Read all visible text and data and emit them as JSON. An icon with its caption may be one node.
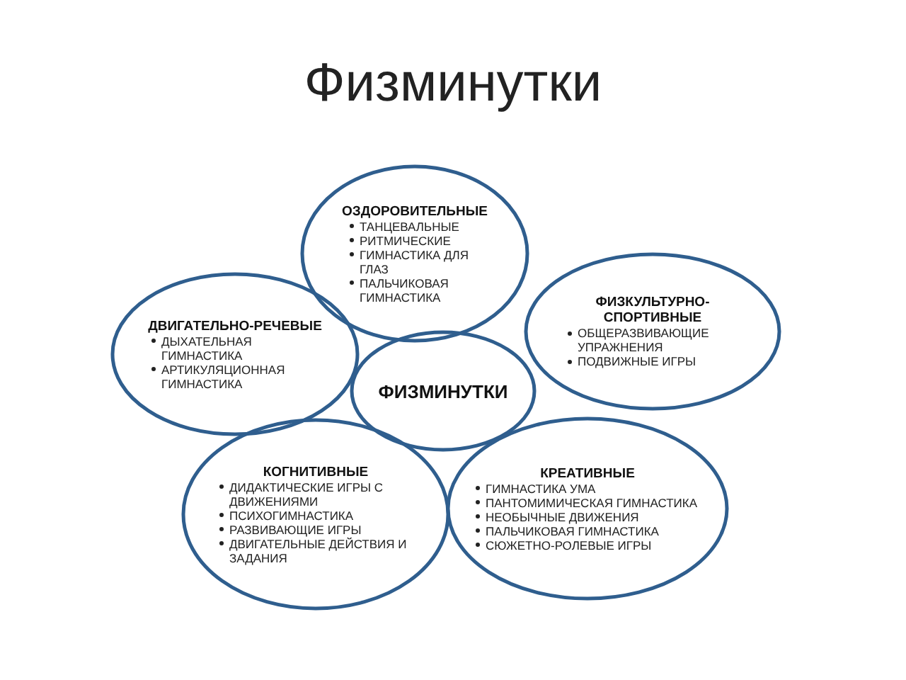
{
  "diagram": {
    "title": "Физминутки",
    "nodes": [
      {
        "text": [
          "ОЗДОРОВИТЕЛЬНЫЕ",
          "ТАНЦЕВАЛЬНЫЕ",
          "РИТМИЧЕСКИЕ",
          "ГИМНАСТИКА ДЛЯ ГЛАЗ",
          "ПАЛЬЧИКОВАЯ ГИМНАСТИКА"
        ]
      },
      {
        "text": [
          "ФИЗКУЛЬТУРНО-СПОРТИВНЫЕ",
          "ОБЩЕРАЗВИВАЮЩИЕ УПРАЖНЕНИЯ",
          "ПОДВИЖНЫЕ ИГРЫ"
        ]
      },
      {
        "text": [
          "ДВИГАТЕЛЬНО-РЕЧЕВЫЕ",
          "ДЫХАТЕЛЬНАЯ ГИМНАСТИКА",
          "АРТИКУЛЯЦИОННАЯ ГИМНАСТИКА"
        ]
      },
      {
        "text": [
          "ФИЗМИНУТКИ"
        ]
      },
      {
        "text": [
          "КОГНИТИВНЫЕ",
          "ДИДАКТИЧЕСКИЕ ИГРЫ С ДВИЖЕНИЯМИ",
          "ПСИХОГИМНАСТИКА",
          "РАЗВИВАЮЩИЕ ИГРЫ",
          "ДВИГАТЕЛЬНЫЕ ДЕЙСТВИЯ И ЗАДАНИЯ"
        ]
      },
      {
        "text": [
          "КРЕАТИВНЫЕ",
          "ГИМНАСТИКА УМА",
          "ПАНТОМИМИЧЕСКАЯ ГИМНАСТИКА",
          "НЕОБЫЧНЫЕ ДВИЖЕНИЯ",
          "ПАЛЬЧИКОВАЯ ГИМНАСТИКА",
          "СЮЖЕТНО-РОЛЕВЫЕ ИГРЫ"
        ]
      }
    ]
  }
}
